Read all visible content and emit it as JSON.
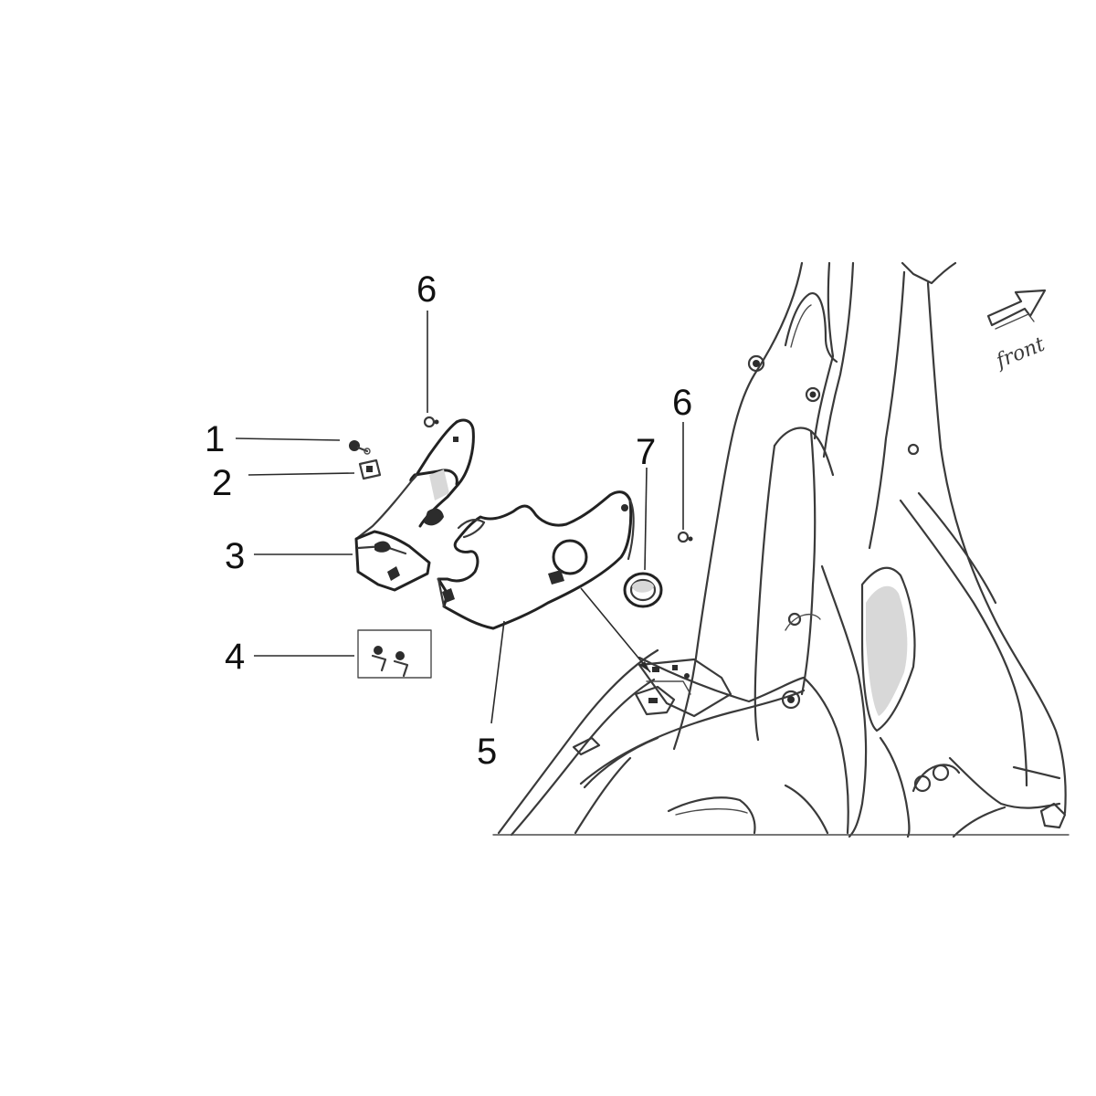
{
  "callouts": [
    {
      "id": "c1",
      "label": "1"
    },
    {
      "id": "c2",
      "label": "2"
    },
    {
      "id": "c3",
      "label": "3"
    },
    {
      "id": "c4",
      "label": "4"
    },
    {
      "id": "c5",
      "label": "5"
    },
    {
      "id": "c6a",
      "label": "6"
    },
    {
      "id": "c6b",
      "label": "6"
    },
    {
      "id": "c7",
      "label": "7"
    }
  ],
  "direction_indicator": {
    "label": "front",
    "icon": "arrow-icon"
  },
  "colors": {
    "line": "#3a3a3a",
    "background": "#ffffff"
  }
}
